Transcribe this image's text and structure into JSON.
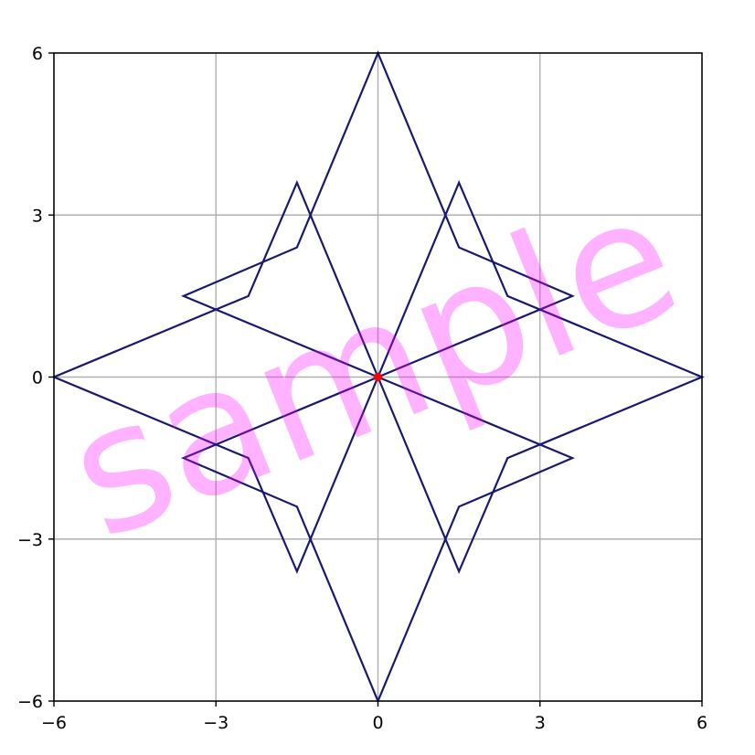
{
  "chart_data": {
    "type": "line",
    "title": "",
    "xlabel": "",
    "ylabel": "",
    "xlim": [
      -6,
      6
    ],
    "ylim": [
      -6,
      6
    ],
    "xticks": [
      -6,
      -3,
      0,
      3,
      6
    ],
    "yticks": [
      -6,
      -3,
      0,
      3,
      6
    ],
    "xtick_labels": [
      "−6",
      "−3",
      "0",
      "3",
      "6"
    ],
    "ytick_labels": [
      "−6",
      "−3",
      "0",
      "3",
      "6"
    ],
    "grid": true,
    "aspect": "equal",
    "line_color": "#191970",
    "series": [
      {
        "points": [
          [
            0,
            0
          ],
          [
            1.5,
            3.6
          ],
          [
            2.4,
            1.5
          ],
          [
            6,
            0
          ],
          [
            2.4,
            -1.5
          ],
          [
            1.5,
            -3.6
          ],
          [
            0,
            0
          ],
          [
            -1.5,
            -3.6
          ],
          [
            -2.4,
            -1.5
          ],
          [
            -6,
            0
          ],
          [
            -2.4,
            1.5
          ],
          [
            -1.5,
            3.6
          ],
          [
            0,
            0
          ]
        ]
      },
      {
        "points": [
          [
            0,
            0
          ],
          [
            3.6,
            1.5
          ],
          [
            1.5,
            2.4
          ],
          [
            0,
            6
          ],
          [
            -1.5,
            2.4
          ],
          [
            -3.6,
            1.5
          ],
          [
            0,
            0
          ],
          [
            -3.6,
            -1.5
          ],
          [
            -1.5,
            -2.4
          ],
          [
            0,
            -6
          ],
          [
            1.5,
            -2.4
          ],
          [
            3.6,
            -1.5
          ],
          [
            0,
            0
          ]
        ]
      }
    ],
    "marker": {
      "x": 0,
      "y": 0,
      "color": "#ff0000"
    },
    "watermark": {
      "text": "sample",
      "color": "#ff00ff",
      "opacity": 0.3,
      "rotation_deg": -22
    }
  }
}
